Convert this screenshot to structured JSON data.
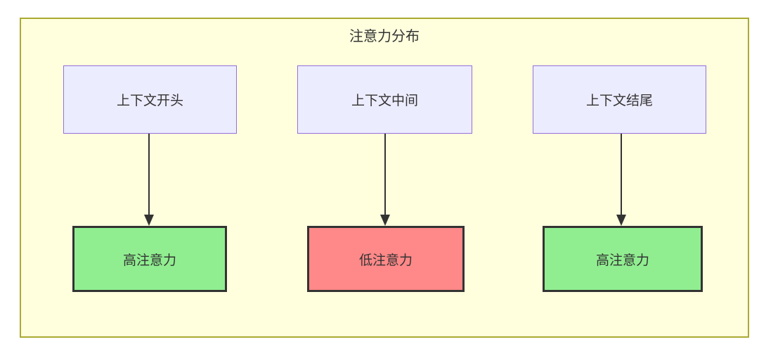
{
  "diagram": {
    "title": "注意力分布",
    "colors": {
      "canvas_background": "#ffffde",
      "canvas_border": "#aaaa33",
      "source_node_background": "#ececff",
      "source_node_border": "#9370db",
      "high_attention_background": "#90ee90",
      "low_attention_background": "#ff8888",
      "target_node_border": "#333333",
      "arrow": "#333333",
      "text": "#333333"
    },
    "columns": [
      {
        "source": "上下文开头",
        "target": "高注意力",
        "attention_level": "high",
        "target_color": "#90ee90"
      },
      {
        "source": "上下文中间",
        "target": "低注意力",
        "attention_level": "low",
        "target_color": "#ff8888"
      },
      {
        "source": "上下文结尾",
        "target": "高注意力",
        "attention_level": "high",
        "target_color": "#90ee90"
      }
    ]
  }
}
